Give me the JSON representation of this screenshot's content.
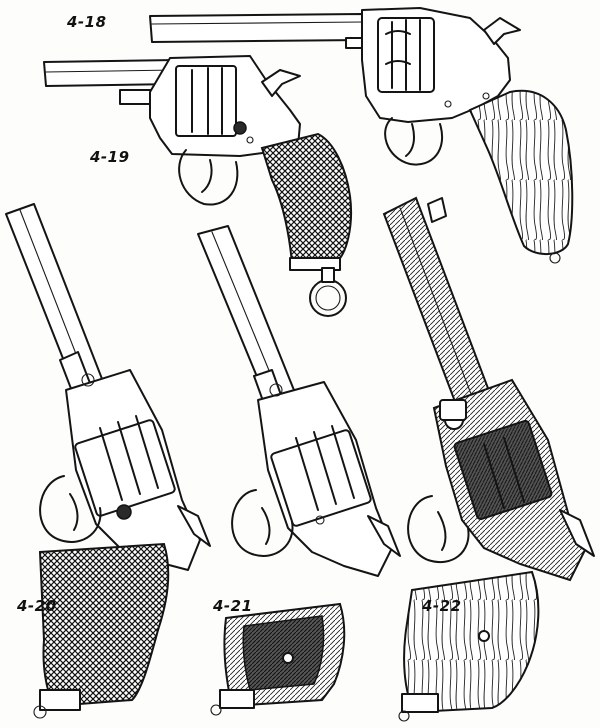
{
  "plate": {
    "figures": [
      {
        "id": "fig-4-18",
        "label": "4-18"
      },
      {
        "id": "fig-4-19",
        "label": "4-19"
      },
      {
        "id": "fig-4-20",
        "label": "4-20"
      },
      {
        "id": "fig-4-21",
        "label": "4-21"
      },
      {
        "id": "fig-4-22",
        "label": "4-22"
      }
    ]
  },
  "colors": {
    "ink": "#141414",
    "paper": "#fdfdfb",
    "grip_dark": "#2a2a2a"
  }
}
